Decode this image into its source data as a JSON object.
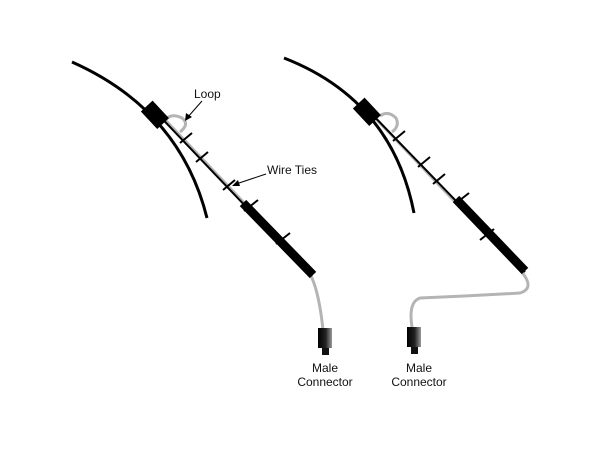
{
  "labels": {
    "loop": "Loop",
    "wire_ties": "Wire Ties",
    "connector_left": [
      "Male",
      "Connector"
    ],
    "connector_right": [
      "Male",
      "Connector"
    ]
  },
  "colors": {
    "stroke": "#000000",
    "cable": "#b4b4b4",
    "background": "#ffffff"
  }
}
